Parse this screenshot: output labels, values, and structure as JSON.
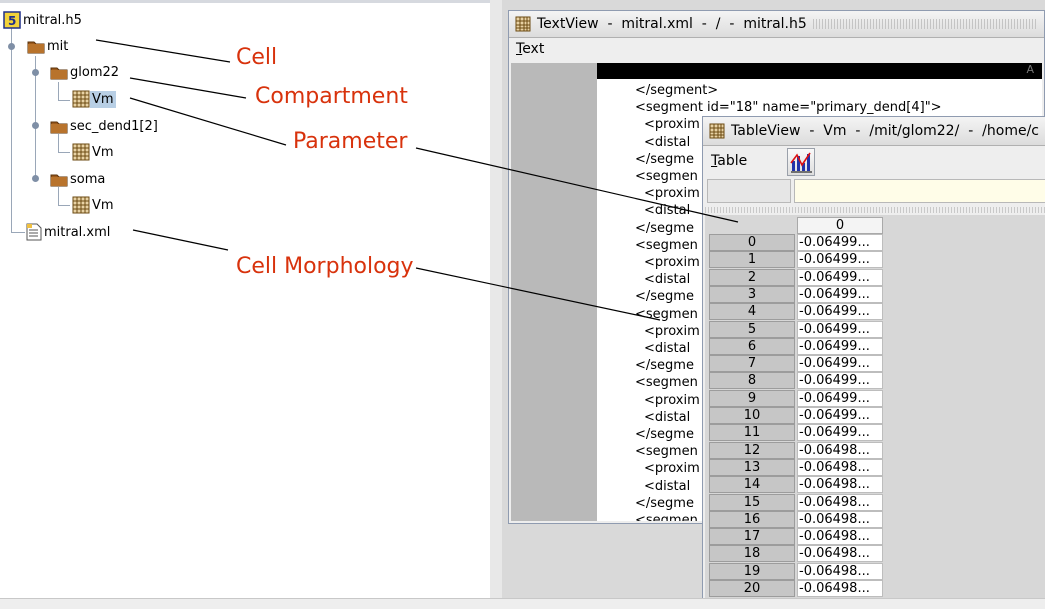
{
  "tree": {
    "root": {
      "label": "mitral.h5",
      "icon": "hdf5-file-icon"
    },
    "nodes": [
      {
        "label": "mit",
        "icon": "folder-icon"
      },
      {
        "label": "glom22",
        "icon": "folder-icon"
      },
      {
        "label": "Vm",
        "icon": "dataset-grid-icon",
        "selected": true
      },
      {
        "label": "sec_dend1[2]",
        "icon": "folder-icon"
      },
      {
        "label": "Vm",
        "icon": "dataset-grid-icon"
      },
      {
        "label": "soma",
        "icon": "folder-icon"
      },
      {
        "label": "Vm",
        "icon": "dataset-grid-icon"
      },
      {
        "label": "mitral.xml",
        "icon": "text-file-icon"
      }
    ]
  },
  "annotations": {
    "cell": "Cell",
    "compartment": "Compartment",
    "parameter": "Parameter",
    "cell_morphology": "Cell Morphology",
    "color": "#d8320c"
  },
  "textview": {
    "title": "TextView  -  mitral.xml  -  /  -  mitral.h5",
    "menu_mnemonic": "T",
    "menu_rest": "ext",
    "lines": [
      "</segment>",
      "<segment id=\"18\" name=\"primary_dend[4]\">",
      "<proxim",
      "<distal",
      "</segme",
      "<segmen",
      "<proxim",
      "<distal",
      "</segme",
      "<segmen",
      "<proxim",
      "<distal",
      "</segme",
      "<segmen",
      "<proxim",
      "<distal",
      "</segme",
      "<segmen",
      "<proxim",
      "<distal",
      "</segme",
      "<segmen",
      "<proxim",
      "<distal",
      "</segme",
      "<segmen"
    ],
    "corner_letter": "A"
  },
  "tableview": {
    "title": "TableView  -  Vm  -  /mit/glom22/  -  /home/c",
    "menu_mnemonic": "T",
    "menu_rest": "able",
    "chart_icon": "chart-icon",
    "column_header": "0",
    "rows": [
      {
        "index": "0",
        "value": "-0.06499..."
      },
      {
        "index": "1",
        "value": "-0.06499..."
      },
      {
        "index": "2",
        "value": "-0.06499..."
      },
      {
        "index": "3",
        "value": "-0.06499..."
      },
      {
        "index": "4",
        "value": "-0.06499..."
      },
      {
        "index": "5",
        "value": "-0.06499..."
      },
      {
        "index": "6",
        "value": "-0.06499..."
      },
      {
        "index": "7",
        "value": "-0.06499..."
      },
      {
        "index": "8",
        "value": "-0.06499..."
      },
      {
        "index": "9",
        "value": "-0.06499..."
      },
      {
        "index": "10",
        "value": "-0.06499..."
      },
      {
        "index": "11",
        "value": "-0.06499..."
      },
      {
        "index": "12",
        "value": "-0.06498..."
      },
      {
        "index": "13",
        "value": "-0.06498..."
      },
      {
        "index": "14",
        "value": "-0.06498..."
      },
      {
        "index": "15",
        "value": "-0.06498..."
      },
      {
        "index": "16",
        "value": "-0.06498..."
      },
      {
        "index": "17",
        "value": "-0.06498..."
      },
      {
        "index": "18",
        "value": "-0.06498..."
      },
      {
        "index": "19",
        "value": "-0.06498..."
      },
      {
        "index": "20",
        "value": "-0.06498..."
      }
    ]
  }
}
